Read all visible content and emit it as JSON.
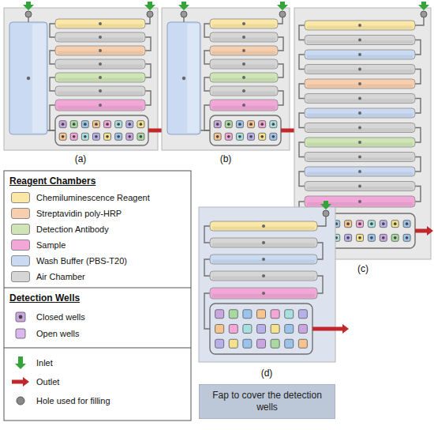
{
  "diagram": {
    "nodes": [
      {
        "text": [
          "Fap to cover the detection wells"
        ]
      }
    ],
    "labels": [
      "(a)",
      "(b)",
      "(c)",
      "(d)",
      "Reagent Chambers",
      "Detection Wells"
    ],
    "legend": [
      {
        "text": "Chemiluminescence Reagent",
        "color": "#fbe8a6"
      },
      {
        "text": "Streptavidin poly-HRP",
        "color": "#f8cfae"
      },
      {
        "text": "Detection Antibody",
        "color": "#cfe5b6"
      },
      {
        "text": "Sample",
        "color": "#f2a7d8"
      },
      {
        "text": "Wash Buffer (PBS-T20)",
        "color": "#c9daf2"
      },
      {
        "text": "Air Chamber",
        "color": "#d6d6d6"
      },
      {
        "text": "Closed wells"
      },
      {
        "text": "Open wells"
      },
      {
        "text": "Inlet"
      },
      {
        "text": "Outlet"
      },
      {
        "text": "Hole used for filling"
      }
    ]
  }
}
